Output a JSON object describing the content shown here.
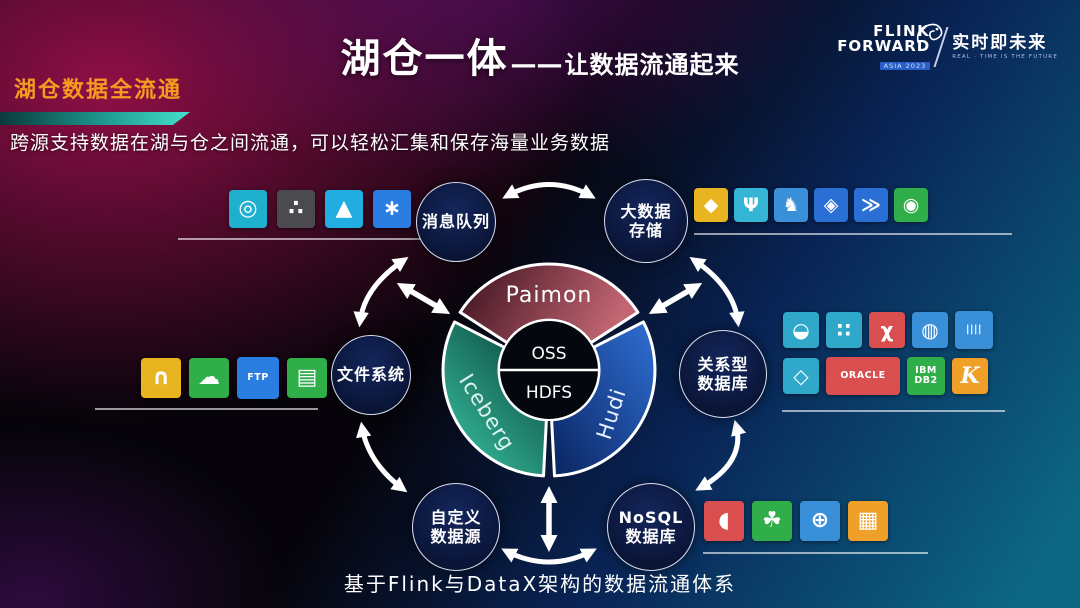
{
  "page": {
    "title_main": "湖仓一体",
    "title_dash": "——",
    "title_sub": "让数据流通起来",
    "caption": "基于Flink与DataX架构的数据流通体系"
  },
  "logo": {
    "line1": "FLINK",
    "line2": "FORWARD",
    "tag": "ASIA 2023",
    "slogan": "实时即未来",
    "slogan_sub": "REAL · TIME IS THE FUTURE"
  },
  "badge": {
    "label": "湖仓数据全流通"
  },
  "description": "跨源支持数据在湖与仓之间流通，可以轻松汇集和保存海量业务数据",
  "donut": {
    "segments": [
      {
        "name": "Paimon",
        "color": "#b85f6d"
      },
      {
        "name": "Iceberg",
        "color": "#2fbf9f"
      },
      {
        "name": "Hudi",
        "color": "#1f56b0"
      }
    ],
    "center_top": "OSS",
    "center_bottom": "HDFS"
  },
  "nodes": {
    "message_queue": {
      "line1": "消息队列"
    },
    "big_data": {
      "line1": "大数据",
      "line2": "存储"
    },
    "file_system": {
      "line1": "文件系统"
    },
    "relational": {
      "line1": "关系型",
      "line2": "数据库"
    },
    "custom_source": {
      "line1": "自定义",
      "line2": "数据源"
    },
    "nosql": {
      "line1": "NoSQL",
      "line2": "数据库"
    }
  },
  "icon_groups": {
    "message_queue": [
      {
        "name": "mq-lens-icon",
        "glyph": "◎",
        "color": "#1fb0cf"
      },
      {
        "name": "kafka-icon",
        "glyph": "∴",
        "color": "#4a4a4f"
      },
      {
        "name": "rocketmq-icon",
        "glyph": "▲",
        "color": "#22aee0"
      },
      {
        "name": "pulsar-icon",
        "glyph": "∗",
        "color": "#2a7de1"
      }
    ],
    "big_data": [
      {
        "name": "hive-icon",
        "glyph": "◆",
        "color": "#e8b41f"
      },
      {
        "name": "antler-db-icon",
        "glyph": "Ψ",
        "color": "#35b5d6"
      },
      {
        "name": "impala-icon",
        "glyph": "♞",
        "color": "#3a8fd9"
      },
      {
        "name": "diamond-db-icon",
        "glyph": "◈",
        "color": "#2a6fd6"
      },
      {
        "name": "chevron-db-icon",
        "glyph": "≫",
        "color": "#2a6fd6"
      },
      {
        "name": "green-circle-db-icon",
        "glyph": "◉",
        "color": "#2fae4a"
      }
    ],
    "file_system": [
      {
        "name": "hadoop-icon",
        "glyph": "∩",
        "color": "#e8b41f"
      },
      {
        "name": "cloud-storage-icon",
        "glyph": "☁",
        "color": "#2fae4a"
      },
      {
        "name": "ftp-icon",
        "glyph": "FTP",
        "color": "#2a7de1",
        "small": true
      },
      {
        "name": "file-server-icon",
        "glyph": "▤",
        "color": "#2fae4a"
      }
    ],
    "relational_row1": [
      {
        "name": "bear-db-icon",
        "glyph": "◒",
        "color": "#2fa8c9"
      },
      {
        "name": "hex-cluster-icon",
        "glyph": "∷",
        "color": "#2fa8c9"
      },
      {
        "name": "sqlserver-icon",
        "glyph": "χ",
        "color": "#d94f4f"
      },
      {
        "name": "postgresql-icon",
        "glyph": "◍",
        "color": "#3a8fd9"
      },
      {
        "name": "bars-db-icon",
        "glyph": "||||",
        "color": "#3a8fd9",
        "small": true
      }
    ],
    "relational_row2": [
      {
        "name": "gauss-hex-icon",
        "glyph": "◇",
        "color": "#2fa8c9"
      },
      {
        "name": "oracle-icon",
        "glyph": "ORACLE",
        "color": "#d94f4f",
        "wide": true,
        "small": true
      },
      {
        "name": "ibm-db2-icon",
        "glyph": "IBM DB2",
        "color": "#2fae4a",
        "small": true
      },
      {
        "name": "kingbase-icon",
        "glyph": "K",
        "color": "#f0a028",
        "kfont": true
      }
    ],
    "nosql": [
      {
        "name": "orca-db-icon",
        "glyph": "◖",
        "color": "#d94f4f"
      },
      {
        "name": "mongodb-icon",
        "glyph": "☘",
        "color": "#2fae4a"
      },
      {
        "name": "globe-db-icon",
        "glyph": "⊕",
        "color": "#3a8fd9"
      },
      {
        "name": "hex-stack-db-icon",
        "glyph": "▦",
        "color": "#f0a028"
      }
    ]
  },
  "colors": {
    "badge_text": "#f59b22",
    "badge_bar": "#45e0cc",
    "paimon": "#b85f6d",
    "iceberg": "#2fbf9f",
    "hudi": "#1f56b0",
    "glow_magenta": "#b61258",
    "glow_blue": "#092860",
    "glow_teal": "#0c6c8a",
    "node_fill": "#0c1b46"
  }
}
